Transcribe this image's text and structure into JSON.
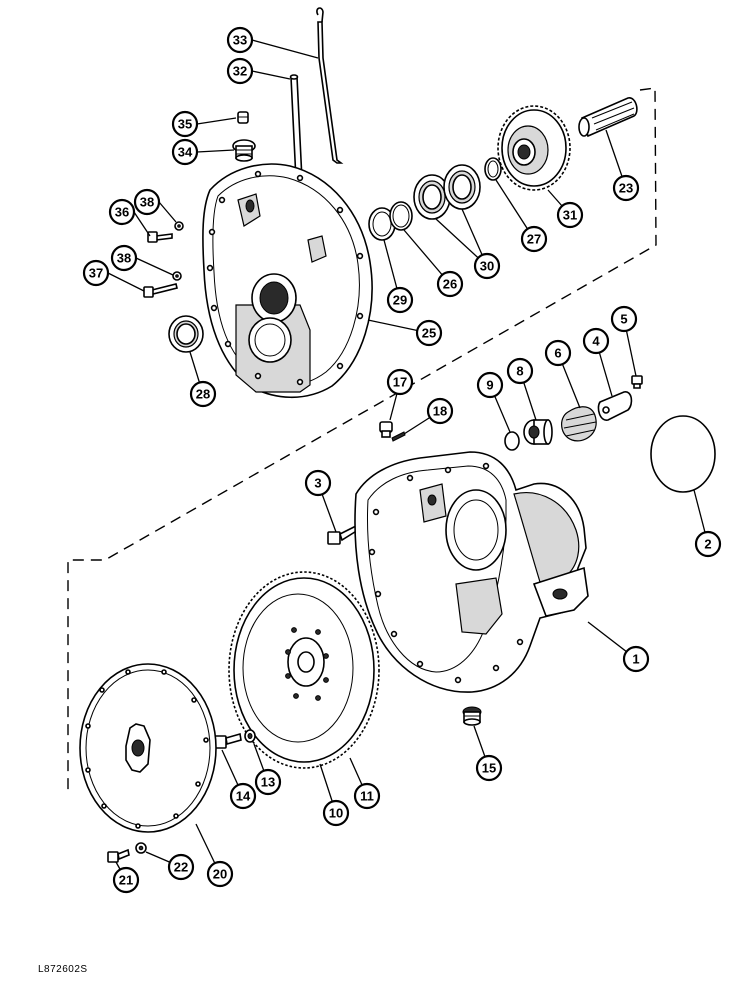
{
  "drawing_ref": "L872602S",
  "callouts": {
    "c1": "1",
    "c2": "2",
    "c3": "3",
    "c4": "4",
    "c5": "5",
    "c6": "6",
    "c8": "8",
    "c9": "9",
    "c10": "10",
    "c11": "11",
    "c13": "13",
    "c14": "14",
    "c15": "15",
    "c17": "17",
    "c18": "18",
    "c20": "20",
    "c21": "21",
    "c22": "22",
    "c23": "23",
    "c25": "25",
    "c26": "26",
    "c27": "27",
    "c28": "28",
    "c29": "29",
    "c30": "30",
    "c31": "31",
    "c32": "32",
    "c33": "33",
    "c34": "34",
    "c35": "35",
    "c36": "36",
    "c37": "37",
    "c38a": "38",
    "c38b": "38"
  }
}
